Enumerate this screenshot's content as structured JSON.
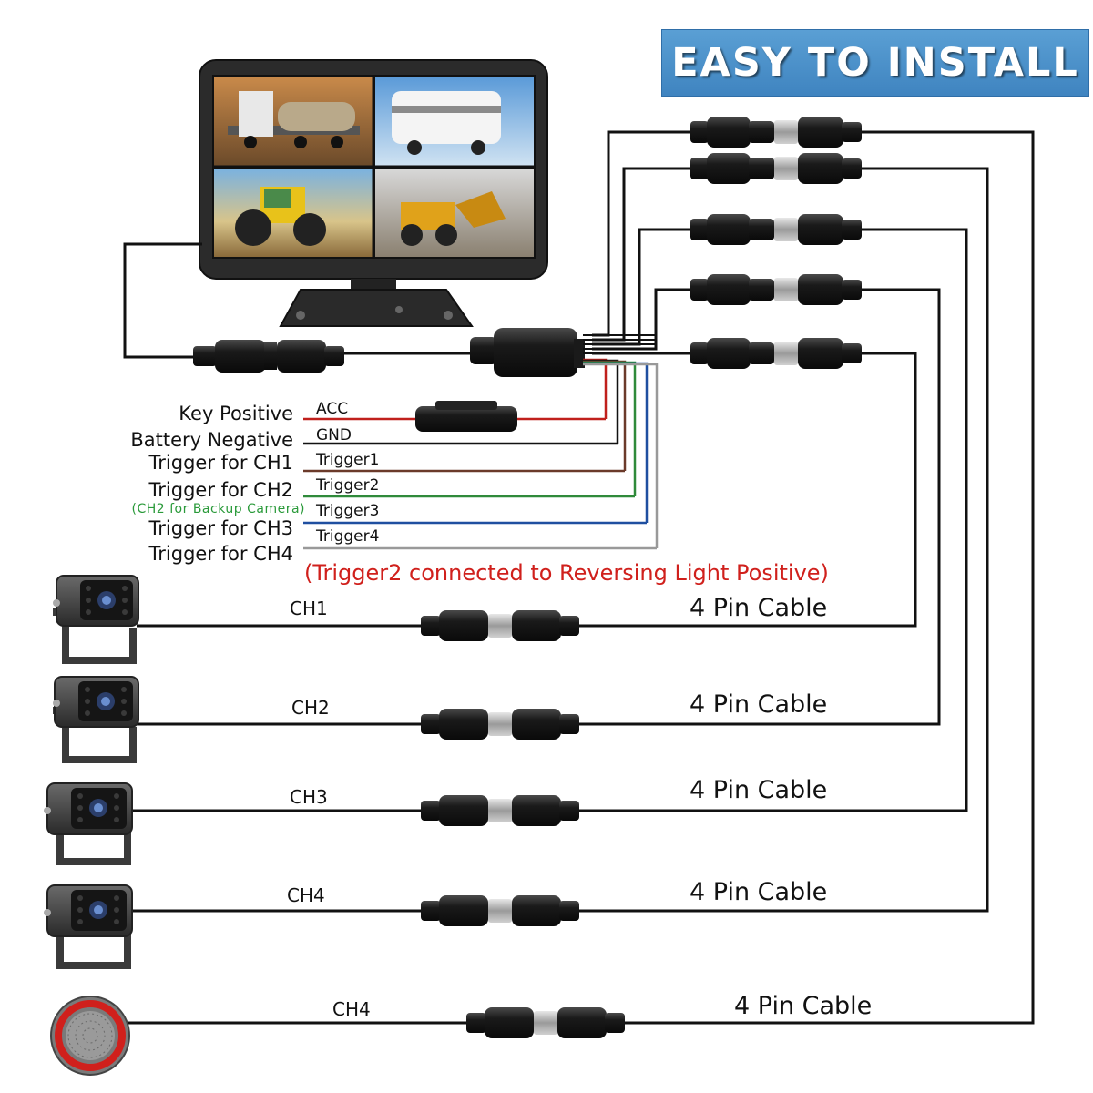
{
  "banner": {
    "title": "EASY TO INSTALL"
  },
  "monitor": {
    "screens": [
      "truck-feed",
      "motorhome-feed",
      "tractor-feed",
      "loader-feed"
    ]
  },
  "trigger_labels": {
    "key_positive": "Key Positive",
    "battery_negative": "Battery Negative",
    "trigger_ch1": "Trigger for CH1",
    "trigger_ch2": "Trigger for CH2",
    "ch2_backup_note": "(CH2 for Backup Camera)",
    "trigger_ch3": "Trigger for CH3",
    "trigger_ch4": "Trigger for CH4"
  },
  "wires": {
    "acc": "ACC",
    "gnd": "GND",
    "trigger1": "Trigger1",
    "trigger2": "Trigger2",
    "trigger3": "Trigger3",
    "trigger4": "Trigger4"
  },
  "wire_colors": {
    "acc": "#c0201c",
    "gnd": "#111111",
    "trigger1": "#6b3a2a",
    "trigger2": "#2f8a3a",
    "trigger3": "#1f4fa0",
    "trigger4": "#999999"
  },
  "note": "(Trigger2 connected to Reversing Light Positive)",
  "channels": [
    {
      "ch": "CH1",
      "cable": "4 Pin Cable",
      "device": "camera"
    },
    {
      "ch": "CH2",
      "cable": "4 Pin Cable",
      "device": "camera"
    },
    {
      "ch": "CH3",
      "cable": "4 Pin Cable",
      "device": "camera"
    },
    {
      "ch": "CH4",
      "cable": "4 Pin Cable",
      "device": "camera"
    },
    {
      "ch": "CH4",
      "cable": "4 Pin Cable",
      "device": "speaker"
    }
  ]
}
